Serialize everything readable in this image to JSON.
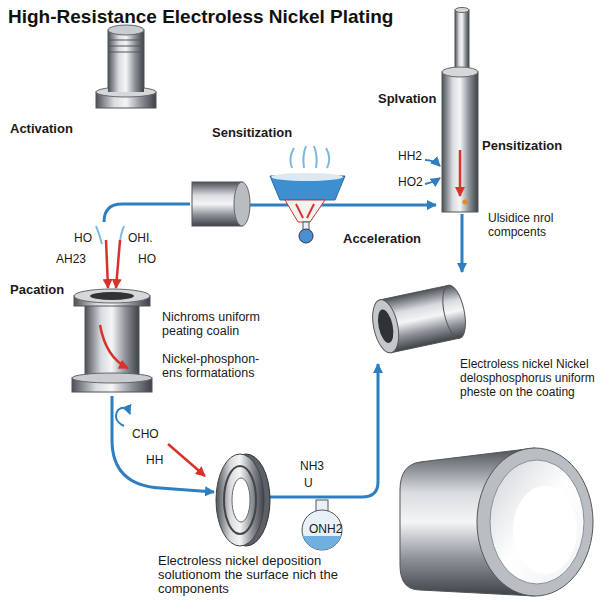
{
  "diagram": {
    "title": "High-Resistance Electroless Nickel Plating",
    "labels": [
      "Activation",
      "Sensitization",
      "Splvation",
      "Pensitization",
      "HH2",
      "HO2",
      "Acceleration",
      "Ulsidice nrol compcents",
      "HO",
      "OHI.",
      "AH23",
      "HO",
      "Pacation",
      "Nichroms uniform peating coalin",
      "Nickel-phosphon- ens formatations",
      "CHO",
      "HH",
      "NH3",
      "U",
      "ONH2",
      "Electroless nickel deposition solutionom the surface nich the components",
      "Electroless nickel Nickel delosphosphorus uniform pheste on the coating"
    ]
  }
}
